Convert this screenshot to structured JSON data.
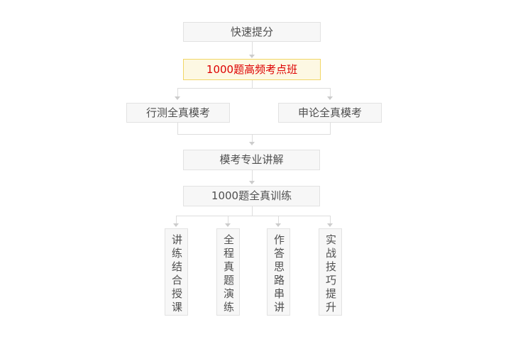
{
  "flowchart": {
    "title_hint": "course flow diagram",
    "colors": {
      "node_bg": "#f7f7f7",
      "node_border": "#e2e2e2",
      "node_text": "#4f4f4f",
      "highlight_bg": "#fdf8e3",
      "highlight_border": "#f2d666",
      "highlight_text": "#dd0000",
      "connector_line": "#dddddd",
      "arrowhead": "#cccccc"
    },
    "nodes": {
      "quick_improve": {
        "label": "快速提分"
      },
      "highlight_course": {
        "label": "1000题高频考点班"
      },
      "xingce_mock": {
        "label": "行测全真模考"
      },
      "shenlun_mock": {
        "label": "申论全真模考"
      },
      "mock_explain": {
        "label": "模考专业讲解"
      },
      "real_training": {
        "label": "1000题全真训练"
      },
      "leaf_teach_practice": {
        "label": "讲练结合授课"
      },
      "leaf_real_questions": {
        "label": "全程真题演练"
      },
      "leaf_answer_thinking": {
        "label": "作答思路串讲"
      },
      "leaf_practical_skills": {
        "label": "实战技巧提升"
      }
    }
  }
}
